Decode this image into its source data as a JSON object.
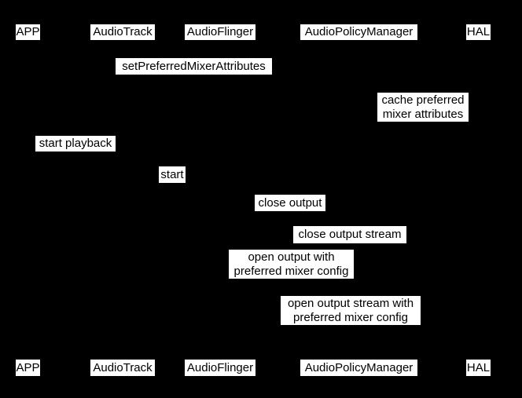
{
  "diagram": {
    "type": "sequence-diagram",
    "colors": {
      "background": "#000000",
      "label_background": "#ffffff",
      "label_text": "#000000"
    },
    "participants": [
      "APP",
      "AudioTrack",
      "AudioFlinger",
      "AudioPolicyManager",
      "HAL"
    ],
    "messages": [
      {
        "label": "setPreferredMixerAttributes"
      },
      {
        "label": "cache preferred\nmixer attributes"
      },
      {
        "label": "start playback"
      },
      {
        "label": "start"
      },
      {
        "label": "close output"
      },
      {
        "label": "close output stream"
      },
      {
        "label": "open output with\npreferred mixer config"
      },
      {
        "label": "open output stream with\npreferred mixer config"
      }
    ]
  }
}
